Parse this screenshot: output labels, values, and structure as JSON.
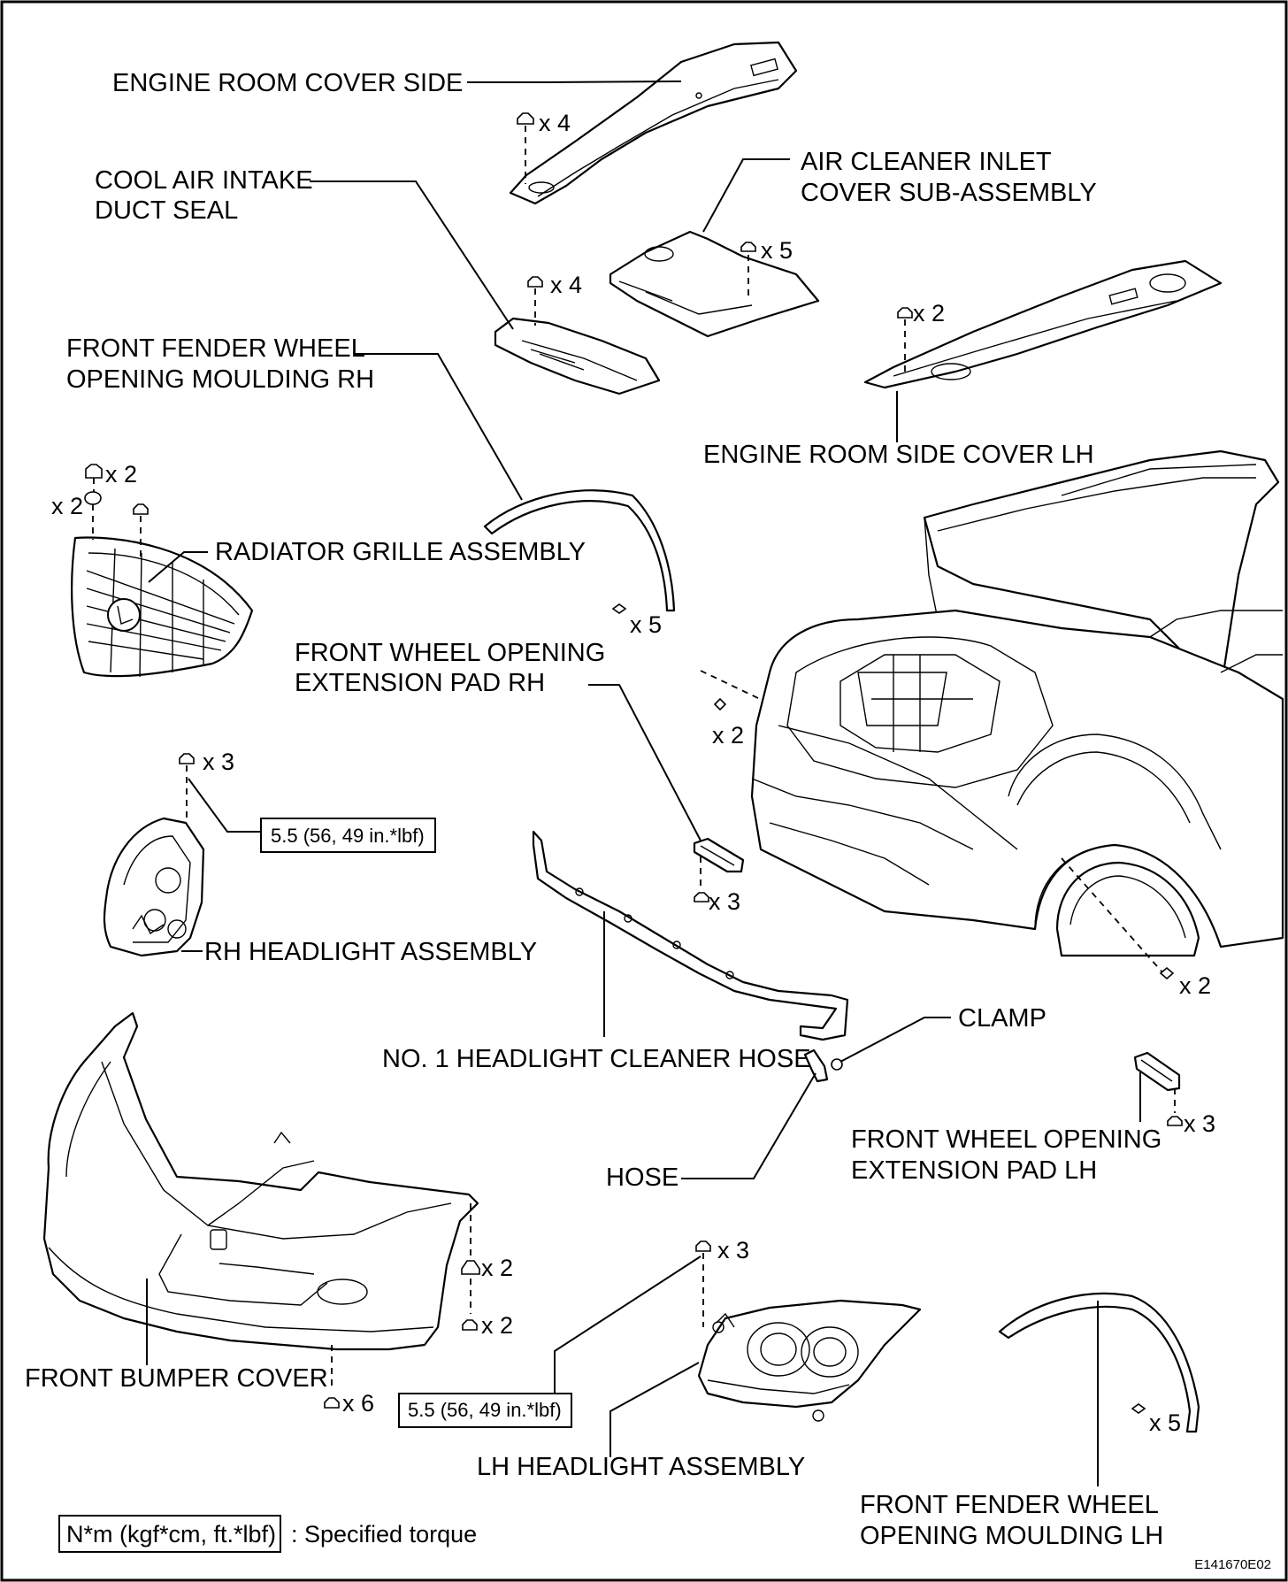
{
  "labels": {
    "engine_room_cover_side": "ENGINE ROOM COVER SIDE",
    "cool_air_intake_1": "COOL AIR INTAKE",
    "cool_air_intake_2": "DUCT SEAL",
    "air_cleaner_1": "AIR CLEANER INLET",
    "air_cleaner_2": "COVER SUB-ASSEMBLY",
    "ff_wheel_rh_1": "FRONT FENDER WHEEL",
    "ff_wheel_rh_2": "OPENING MOULDING RH",
    "engine_room_side_cover_lh": "ENGINE ROOM SIDE COVER LH",
    "radiator_grille": "RADIATOR GRILLE ASSEMBLY",
    "fw_ext_pad_rh_1": "FRONT WHEEL OPENING",
    "fw_ext_pad_rh_2": "EXTENSION PAD RH",
    "rh_headlight": "RH HEADLIGHT ASSEMBLY",
    "clamp": "CLAMP",
    "headlight_cleaner_hose": "NO. 1 HEADLIGHT CLEANER HOSE",
    "fw_ext_pad_lh_1": "FRONT WHEEL OPENING",
    "fw_ext_pad_lh_2": "EXTENSION PAD LH",
    "hose": "HOSE",
    "front_bumper_cover": "FRONT BUMPER COVER",
    "lh_headlight": "LH HEADLIGHT ASSEMBLY",
    "ff_wheel_lh_1": "FRONT FENDER WHEEL",
    "ff_wheel_lh_2": "OPENING MOULDING LH"
  },
  "quantities": {
    "ercs": "x 4",
    "cool_air": "x 4",
    "air_cleaner": "x 5",
    "ersc_lh": "x 2",
    "grille_top": "x 2",
    "grille_left": "x 2",
    "ff_rh": "x 5",
    "ext_pad_rh_clip": "x 2",
    "rh_headlight": "x 3",
    "ext_pad_rh": "x 3",
    "fender_clip": "x 2",
    "ext_pad_lh": "x 3",
    "bumper_clip": "x 2",
    "bumper_screw": "x 2",
    "lh_headlight": "x 3",
    "bumper_bottom": "x 6",
    "ff_lh": "x 5"
  },
  "torque": {
    "rh_headlight": "5.5 (56, 49 in.*lbf)",
    "lh_headlight": "5.5 (56, 49 in.*lbf)"
  },
  "legend": {
    "box": "N*m (kgf*cm, ft.*lbf)",
    "text": ": Specified torque"
  },
  "figure_code": "E141670E02"
}
